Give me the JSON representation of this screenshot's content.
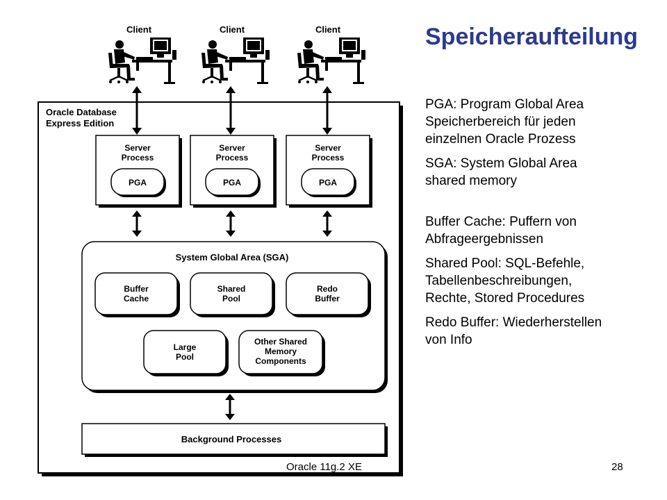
{
  "title": "Speicheraufteilung",
  "clients": [
    "Client",
    "Client",
    "Client"
  ],
  "database_label": [
    "Oracle Database",
    "Express Edition"
  ],
  "server_processes": [
    {
      "label": [
        "Server",
        "Process"
      ],
      "pga": "PGA"
    },
    {
      "label": [
        "Server",
        "Process"
      ],
      "pga": "PGA"
    },
    {
      "label": [
        "Server",
        "Process"
      ],
      "pga": "PGA"
    }
  ],
  "sga": {
    "label": "System Global Area (SGA)",
    "components": [
      {
        "id": "buffer-cache",
        "label": [
          "Buffer",
          "Cache"
        ]
      },
      {
        "id": "shared-pool",
        "label": [
          "Shared",
          "Pool"
        ]
      },
      {
        "id": "redo-buffer",
        "label": [
          "Redo",
          "Buffer"
        ]
      },
      {
        "id": "large-pool",
        "label": [
          "Large",
          "Pool"
        ]
      },
      {
        "id": "other-shared-memory",
        "label": [
          "Other Shared",
          "Memory",
          "Components"
        ]
      }
    ]
  },
  "background_processes": "Background Processes",
  "notes": [
    {
      "lines": [
        "PGA: Program Global Area",
        "Speicherbereich für jeden",
        "einzelnen Oracle Prozess"
      ]
    },
    {
      "lines": [
        "SGA: System Global Area",
        "shared memory"
      ]
    },
    {
      "lines": [
        "Buffer Cache: Puffern von",
        "Abfrageergebnissen"
      ],
      "gap_before": true
    },
    {
      "lines": [
        "Shared Pool: SQL-Befehle,",
        "Tabellenbeschreibungen,",
        "Rechte, Stored Procedures"
      ]
    },
    {
      "lines": [
        "Redo Buffer: Wiederherstellen",
        "von Info"
      ]
    }
  ],
  "footer": {
    "left": "Oracle 11g.2 XE",
    "page": "28"
  },
  "colors": {
    "title": "#2b3a8f",
    "frame": "#000000"
  }
}
